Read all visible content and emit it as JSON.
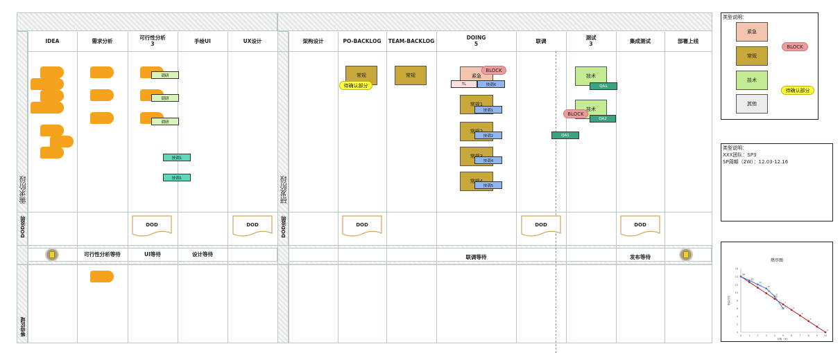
{
  "board": {
    "stages": {
      "requirement": "需求阶段",
      "development": "研发阶段"
    },
    "row_labels": {
      "dod": "DOD说明",
      "waiting": "等待区域"
    },
    "columns": [
      {
        "name": "IDEA",
        "wip": ""
      },
      {
        "name": "需求分析",
        "wip": ""
      },
      {
        "name": "可行性分析",
        "wip": "3"
      },
      {
        "name": "手绘UI",
        "wip": ""
      },
      {
        "name": "UX设计",
        "wip": ""
      },
      {
        "name": "架构设计",
        "wip": ""
      },
      {
        "name": "PO-BACKLOG",
        "wip": ""
      },
      {
        "name": "TEAM-BACKLOG",
        "wip": ""
      },
      {
        "name": "DOING",
        "wip": "5"
      },
      {
        "name": "联调",
        "wip": ""
      },
      {
        "name": "测试",
        "wip": "3"
      },
      {
        "name": "集成测试",
        "wip": ""
      },
      {
        "name": "部署上线",
        "wip": ""
      }
    ],
    "dod_label": "DOD",
    "waiting": {
      "feasibility": "可行性分析等待",
      "ui": "UI等待",
      "design": "设计等待",
      "integration": "联调等待",
      "release": "发布等待"
    },
    "cards": {
      "normal": "常规",
      "urgent": "紧急",
      "tech": "技术",
      "block": "BLOCK",
      "pending": "待确认部分",
      "research": "调研",
      "tl": "TL",
      "qa1": "QA1",
      "qa2": "QA2",
      "normal1": "常规1",
      "normal2": "常规2",
      "normal3": "常规3",
      "normal4": "常规4",
      "research1": "技调1",
      "research2": "技调2",
      "research3": "技调3",
      "research4": "技调4",
      "research5": "技调5",
      "research6": "技调6"
    }
  },
  "legend": {
    "title": "类型说明：",
    "urgent": "紧急",
    "normal": "常规",
    "tech": "技术",
    "other": "其他",
    "block": "BLOCK",
    "pending": "待确认部分"
  },
  "team_info": {
    "title": "类型说明：",
    "team": "XXX团队：SP3",
    "period": "SP周期（2W）：12.03-12.16"
  },
  "chart_data": {
    "type": "line",
    "title": "燃尽图",
    "xlabel": "天数（天）",
    "ylabel": "剩余任务",
    "x": [
      0,
      1,
      2,
      3,
      4,
      5,
      6,
      7,
      8,
      9,
      10
    ],
    "xlim": [
      0,
      10
    ],
    "ylim": [
      0,
      16
    ],
    "yticks": [
      0,
      2,
      4,
      6,
      8,
      10,
      12,
      14,
      16
    ],
    "series": [
      {
        "name": "",
        "color": "#b0282a",
        "values": [
          14,
          12.6,
          11.2,
          9.8,
          8.4,
          7,
          5.6,
          4.2,
          2.8,
          1.4,
          0
        ]
      },
      {
        "name": "",
        "color": "#3f7bd6",
        "values": [
          14,
          13,
          12,
          11,
          9,
          6,
          null,
          null,
          null,
          null,
          null
        ]
      }
    ],
    "point_labels": [
      [
        "14",
        "13",
        "11",
        "10",
        "8",
        "7",
        "6",
        "4",
        "3",
        "1",
        "0"
      ],
      [
        "14",
        "13",
        "12",
        "11",
        "9",
        "6",
        "",
        "",
        "",
        "",
        ""
      ]
    ],
    "grid": false
  }
}
